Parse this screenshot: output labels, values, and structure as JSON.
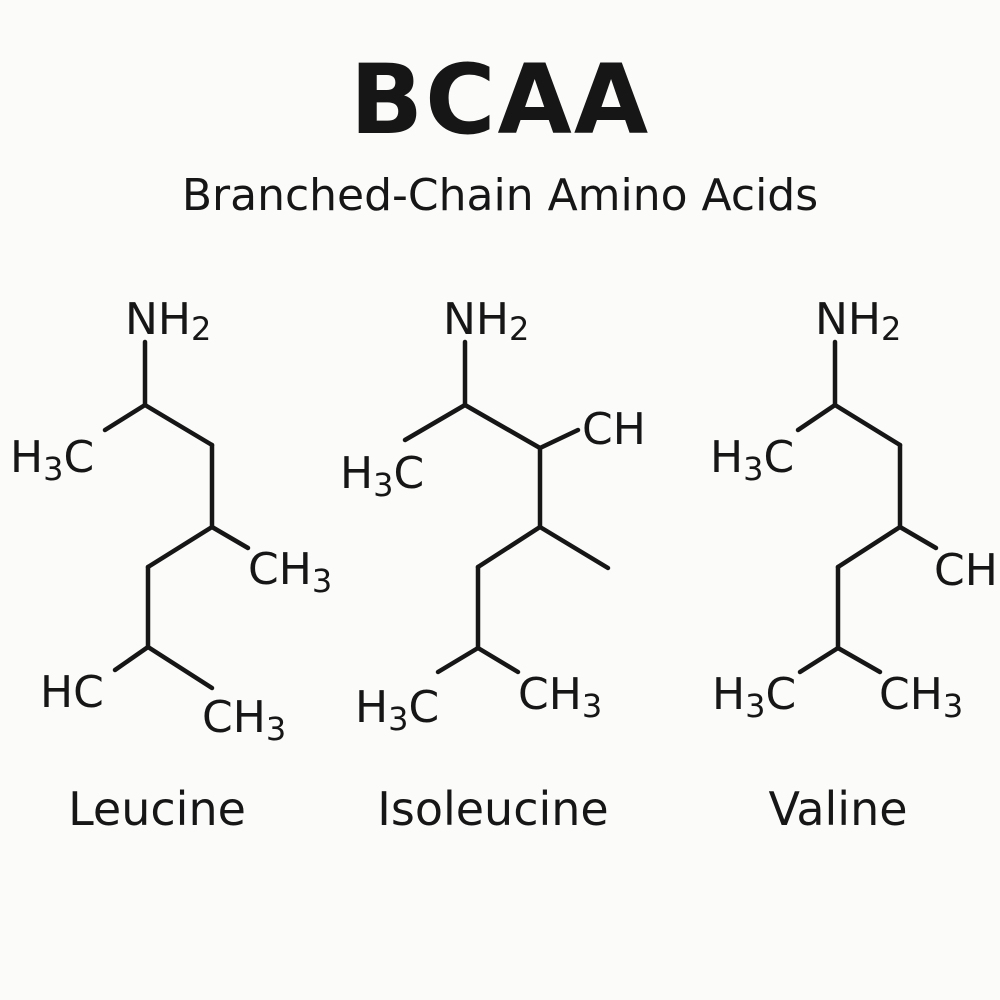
{
  "title": "BCAA",
  "subtitle": "Branched-Chain Amino Acids",
  "molecules": [
    {
      "name": "Leucine",
      "labels": {
        "amine": {
          "text": "NH",
          "sub": "2"
        },
        "left_methyl": {
          "text_pre": "H",
          "sub": "3",
          "text_post": "C"
        },
        "right_methyl": {
          "text": "CH",
          "sub": "3"
        },
        "lower_left": {
          "text": "HC"
        },
        "lower_right": {
          "text": "CH",
          "sub": "3"
        }
      }
    },
    {
      "name": "Isoleucine",
      "labels": {
        "amine": {
          "text": "NH",
          "sub": "2"
        },
        "left_methyl": {
          "text_pre": "H",
          "sub": "3",
          "text_post": "C"
        },
        "upper_right": {
          "text": "CH"
        },
        "lower_left": {
          "text_pre": "H",
          "sub": "3",
          "text_post": "C"
        },
        "lower_right": {
          "text": "CH",
          "sub": "3"
        }
      }
    },
    {
      "name": "Valine",
      "labels": {
        "amine": {
          "text": "NH",
          "sub": "2"
        },
        "left_methyl": {
          "text_pre": "H",
          "sub": "3",
          "text_post": "C"
        },
        "right_partial": {
          "text": "CH"
        },
        "lower_left": {
          "text_pre": "H",
          "sub": "3",
          "text_post": "C"
        },
        "lower_right": {
          "text": "CH",
          "sub": "3"
        }
      }
    }
  ]
}
